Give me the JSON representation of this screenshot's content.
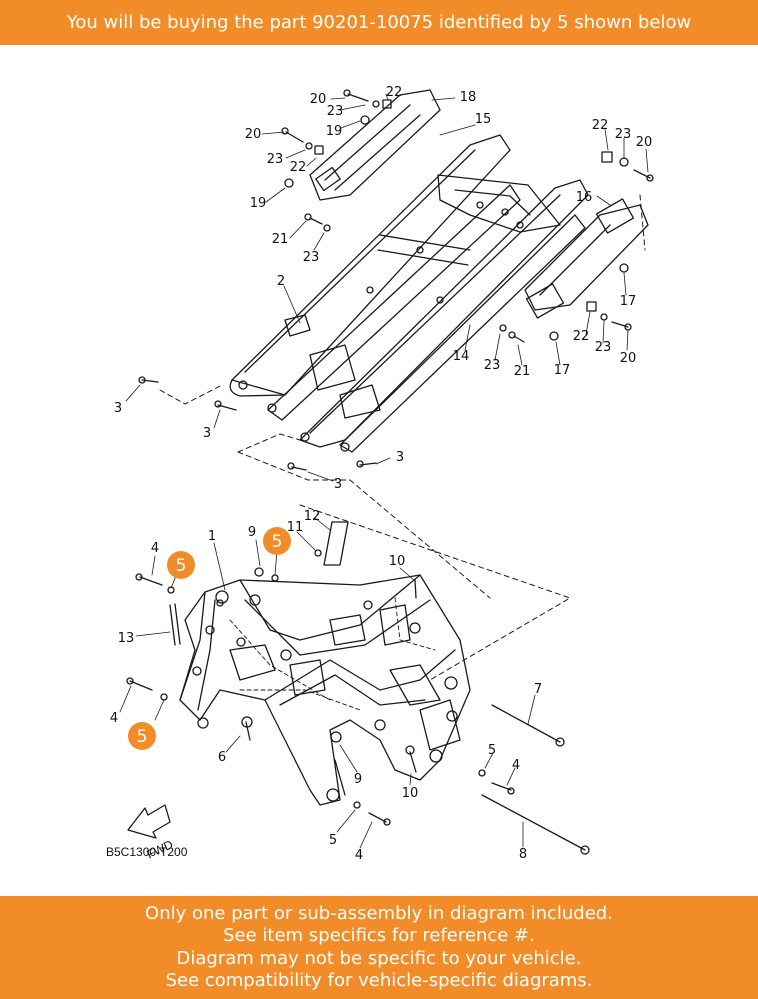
{
  "header": {
    "text": "You will be buying the part 90201-10075 identified by 5 shown below",
    "background": "#F28C28",
    "color": "#FFFFFF"
  },
  "footer": {
    "lines": [
      "Only one part or sub-assembly in diagram included.",
      "See item specifics for reference #.",
      "Diagram may not be specific to your vehicle.",
      "See compatibility for vehicle-specific diagrams."
    ],
    "background": "#F28C28"
  },
  "diagram": {
    "code": "B5C1300-T200",
    "fwd_label": "FWD",
    "highlight_ref": "5",
    "highlight_color": "#F28C28",
    "callouts": {
      "c20a": "20",
      "c22a": "22",
      "c18": "18",
      "c23a": "23",
      "c19a": "19",
      "c15": "15",
      "c20b": "20",
      "c23b": "23",
      "c22b": "22",
      "c19b": "19",
      "c21a": "21",
      "c23c": "23",
      "c22c": "22",
      "c23d": "23",
      "c20c": "20",
      "c16": "16",
      "c17a": "17",
      "c2": "2",
      "c22d": "22",
      "c23e": "23",
      "c20d": "20",
      "c14": "14",
      "c23f": "23",
      "c21b": "21",
      "c17b": "17",
      "c3a": "3",
      "c3b": "3",
      "c3c": "3",
      "c3d": "3",
      "c1": "1",
      "c9a": "9",
      "c11": "11",
      "c12": "12",
      "c4a": "4",
      "c10a": "10",
      "c13": "13",
      "c7": "7",
      "c4b": "4",
      "c6": "6",
      "c5a": "5",
      "c9b": "9",
      "c10b": "10",
      "c4c": "4",
      "c5b": "5",
      "c8": "8",
      "c4d": "4"
    },
    "highlights": {
      "h1": "5",
      "h2": "5",
      "h3": "5"
    }
  }
}
